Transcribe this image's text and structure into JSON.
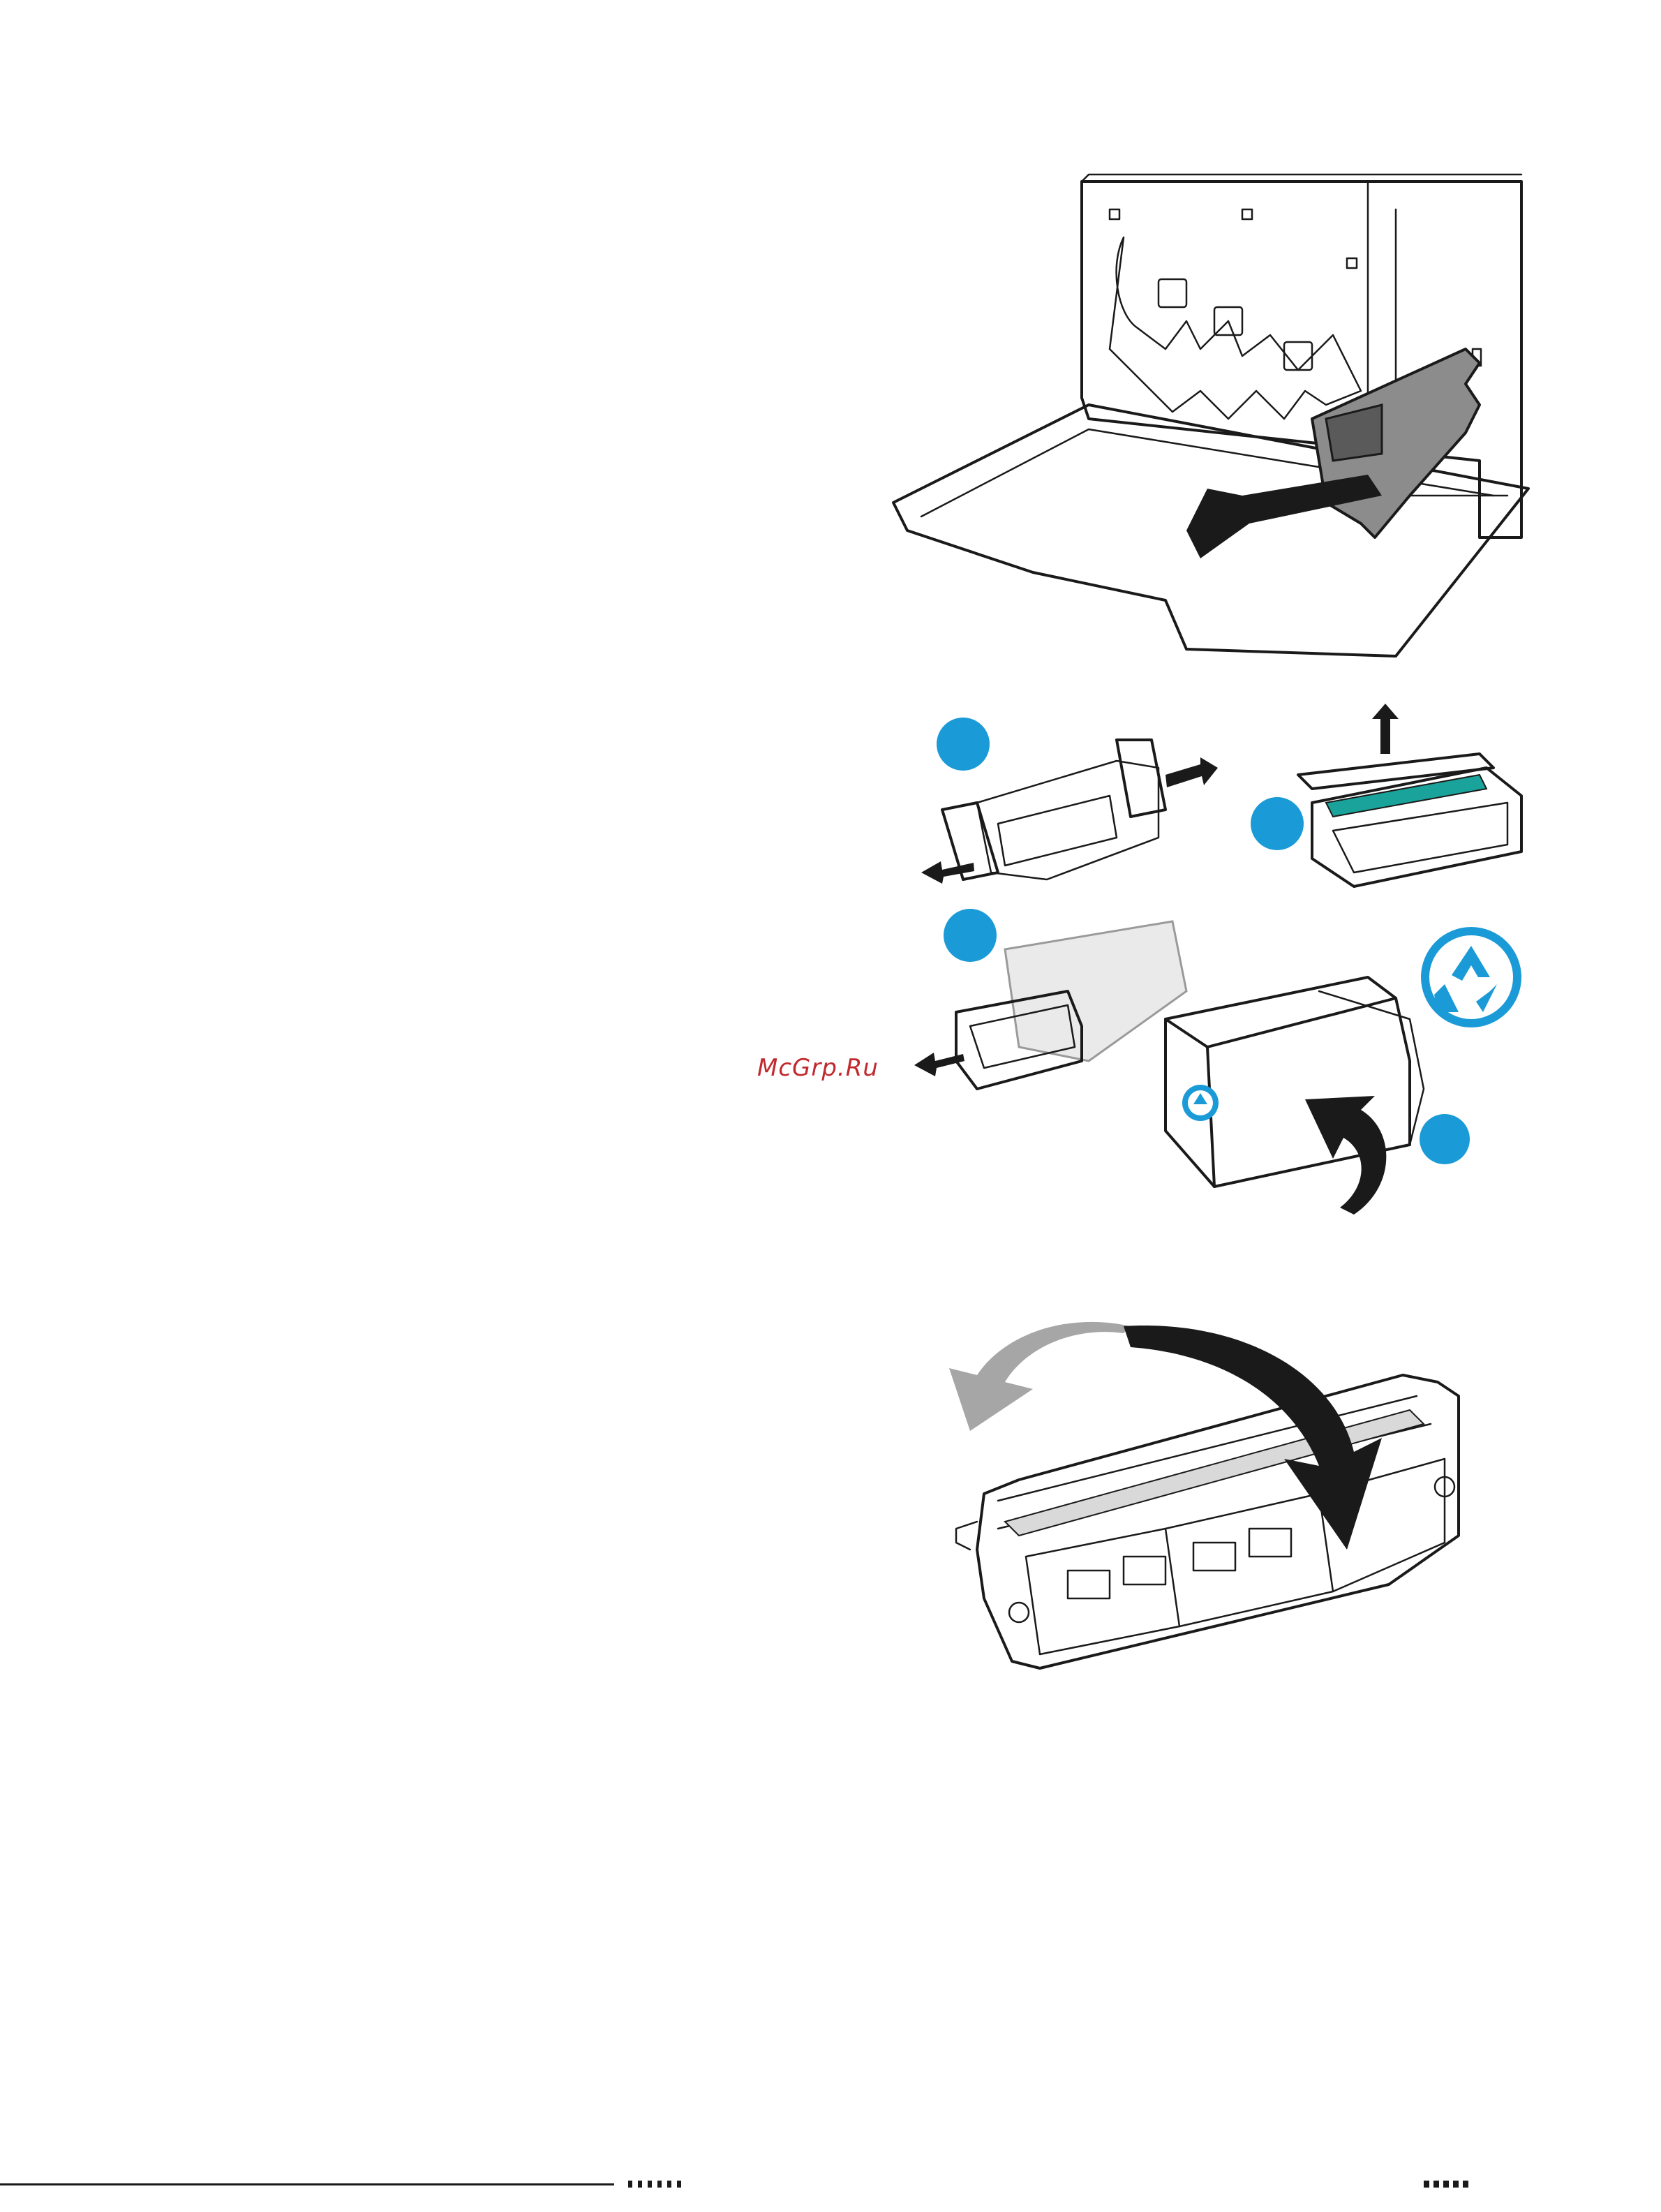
{
  "page": {
    "watermark": "McGrp.Ru"
  },
  "figures": [
    {
      "name": "remove-toner-cartridge-illustration"
    },
    {
      "name": "unpack-new-cartridge-and-recycle-old-illustration"
    },
    {
      "name": "rotate-cartridge-illustration"
    }
  ],
  "colors": {
    "accent": "#1a9bd7",
    "cartridge_gray": "#8c8c8c",
    "arrow_dark": "#1a1a1a",
    "arrow_light": "#a6a6a6",
    "watermark": "#c1292e"
  },
  "icons": [
    "step-marker-icon",
    "recycle-icon",
    "arrow-icon"
  ]
}
